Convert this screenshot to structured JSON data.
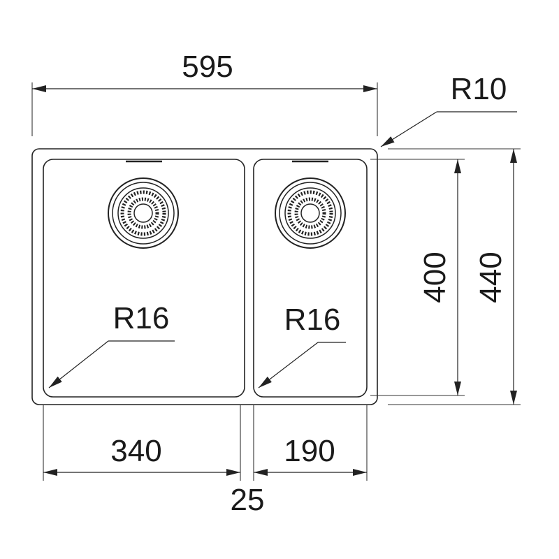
{
  "dimensions": {
    "overall_width": "595",
    "outer_radius": "R10",
    "left_bowl_radius": "R16",
    "right_bowl_radius": "R16",
    "bowl_depth": "400",
    "overall_depth": "440",
    "left_bowl_width": "340",
    "right_bowl_width": "190",
    "divider_width": "25"
  },
  "colors": {
    "line": "#222222",
    "background": "#ffffff"
  }
}
